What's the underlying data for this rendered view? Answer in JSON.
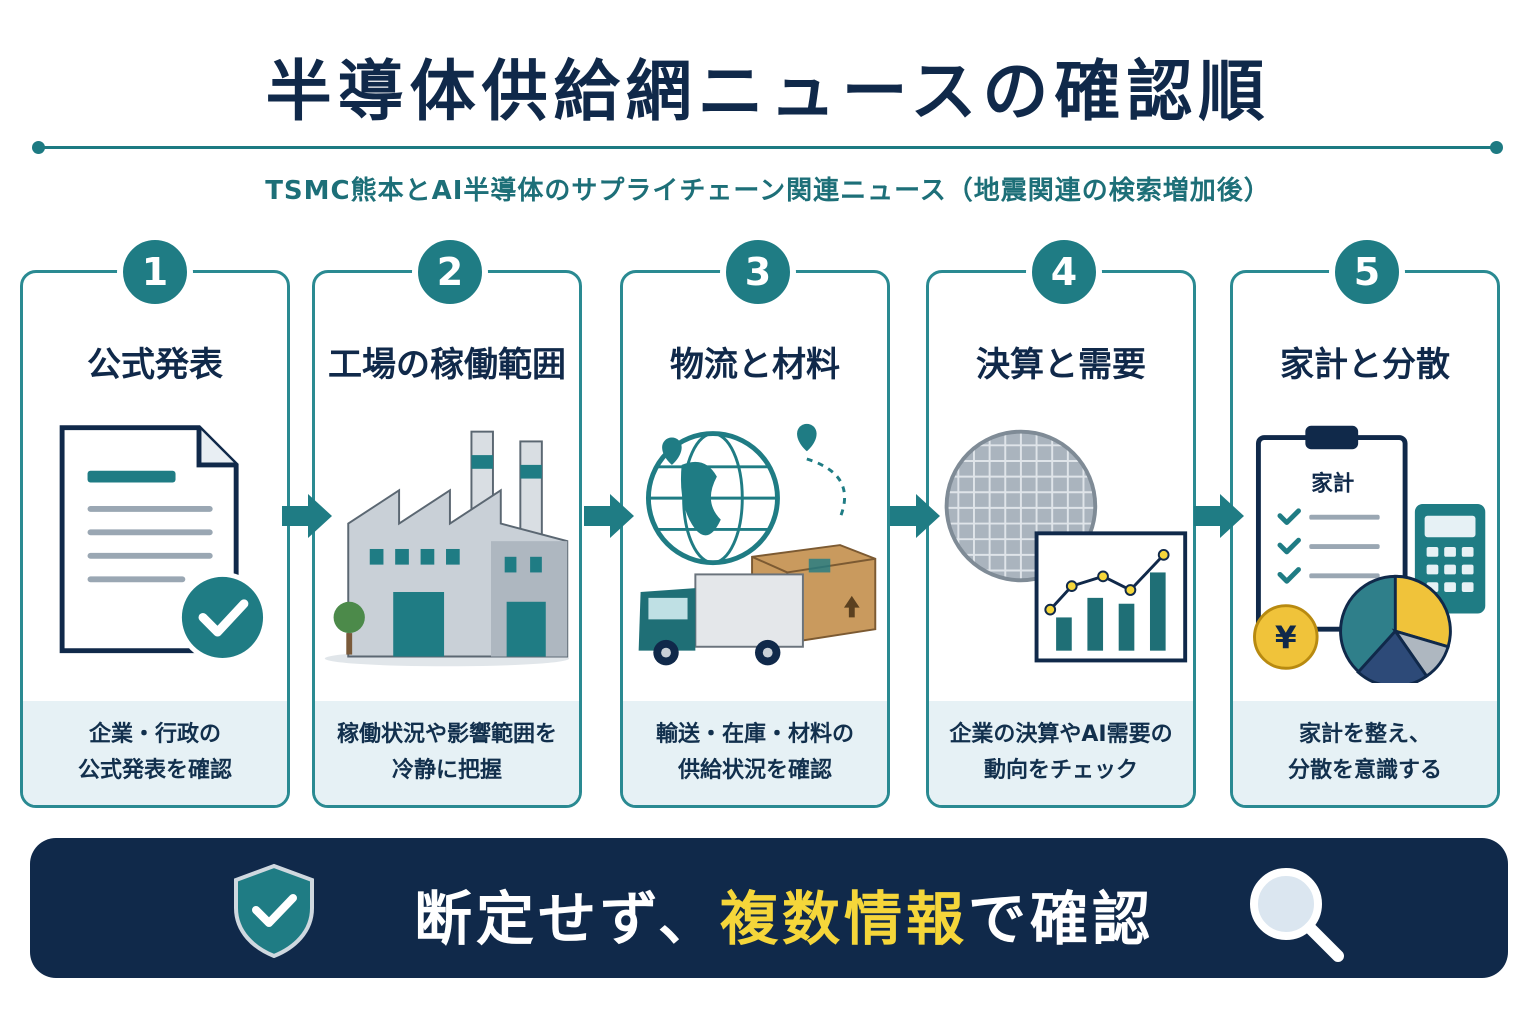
{
  "title": "半導体供給網ニュースの確認順",
  "subtitle": "TSMC熊本とAI半導体のサプライチェーン関連ニュース（地震関連の検索増加後）",
  "steps": [
    {
      "number": "1",
      "heading": "公式発表",
      "caption": "企業・行政の\n公式発表を確認",
      "icon": "document-check-icon"
    },
    {
      "number": "2",
      "heading": "工場の稼働範囲",
      "caption": "稼働状況や影響範囲を\n冷静に把握",
      "icon": "factory-icon"
    },
    {
      "number": "3",
      "heading": "物流と材料",
      "caption": "輸送・在庫・材料の\n供給状況を確認",
      "icon": "logistics-globe-truck-icon"
    },
    {
      "number": "4",
      "heading": "決算と需要",
      "caption": "企業の決算やAI需要の\n動向をチェック",
      "icon": "wafer-chart-icon"
    },
    {
      "number": "5",
      "heading": "家計と分散",
      "caption": "家計を整え、\n分散を意識する",
      "icon": "household-budget-icon"
    }
  ],
  "household_clipboard_label": "家計",
  "yen_symbol": "¥",
  "banner": {
    "text_before": "断定せず、",
    "text_highlight": "複数情報",
    "text_after": "で確認",
    "left_icon": "shield-check-icon",
    "right_icon": "magnifier-icon"
  },
  "colors": {
    "navy": "#10294a",
    "teal": "#1f7c84",
    "highlight": "#f5d63a",
    "caption_bg": "#e6f1f5"
  }
}
